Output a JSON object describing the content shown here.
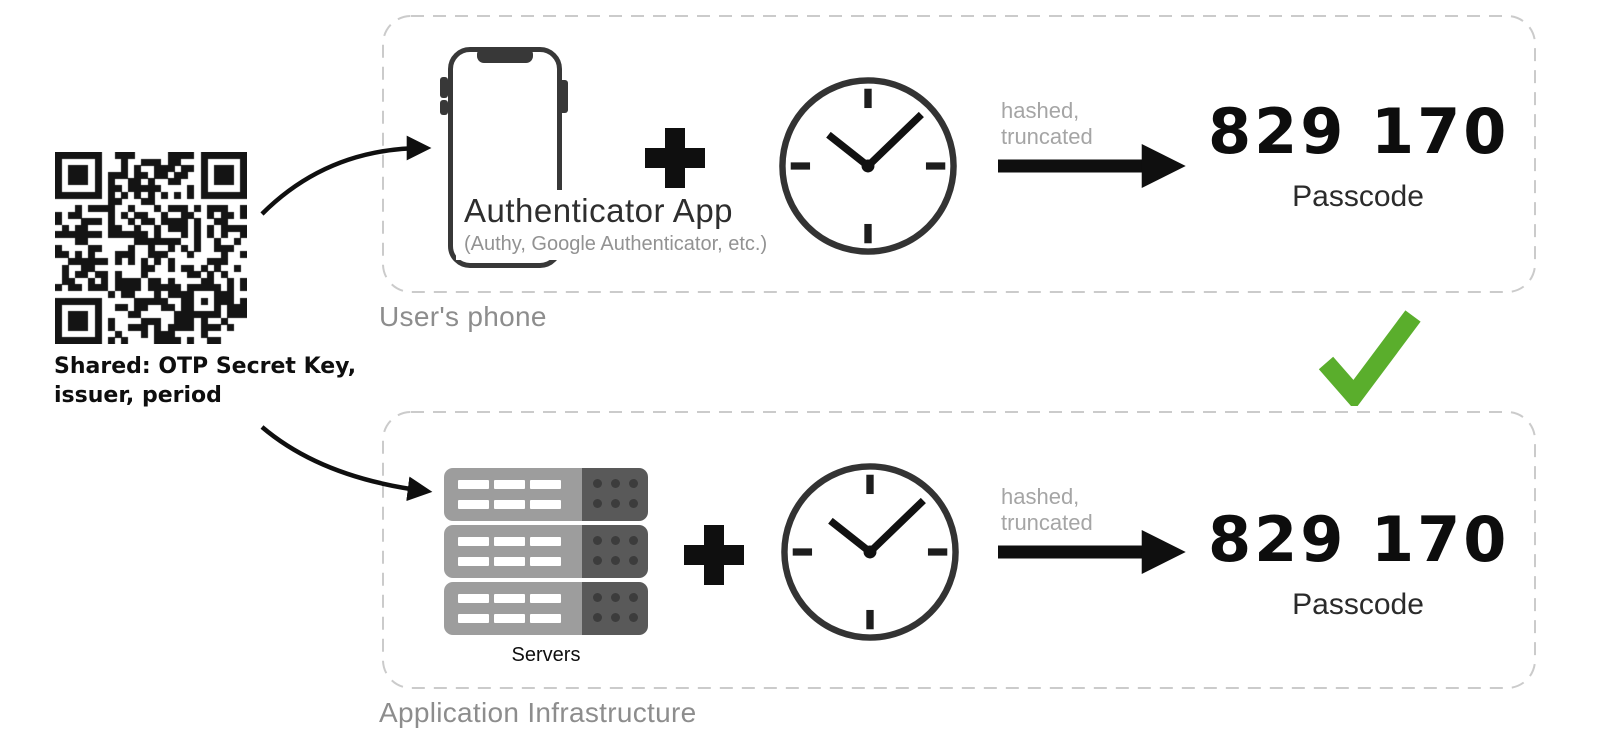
{
  "qr": {
    "caption_line1": "Shared: OTP Secret Key,",
    "caption_line2": "issuer, period"
  },
  "phone_flow": {
    "box_label": "User's phone",
    "device_title": "Authenticator App",
    "device_subtitle": "(Authy, Google Authenticator, etc.)",
    "hash_label_line1": "hashed,",
    "hash_label_line2": "truncated",
    "passcode": "829 170",
    "passcode_label": "Passcode"
  },
  "server_flow": {
    "box_label": "Application Infrastructure",
    "device_title": "Servers",
    "hash_label_line1": "hashed,",
    "hash_label_line2": "truncated",
    "passcode": "829 170",
    "passcode_label": "Passcode"
  },
  "icons": {
    "qr": "qr-code",
    "phone": "smartphone-icon",
    "servers": "server-stack-icon",
    "plus": "plus-icon",
    "clock": "clock-icon",
    "arrow": "arrow-icon",
    "check": "check-icon"
  },
  "colors": {
    "ink": "#0f0f0f",
    "muted_text": "#8d8d8d",
    "light_text": "#a5a5a5",
    "dashed_border": "#cbcbcb",
    "check_green": "#5aae2c",
    "server_light": "#9d9d9d",
    "server_dark": "#595959",
    "server_dot": "#3c3c3c"
  }
}
